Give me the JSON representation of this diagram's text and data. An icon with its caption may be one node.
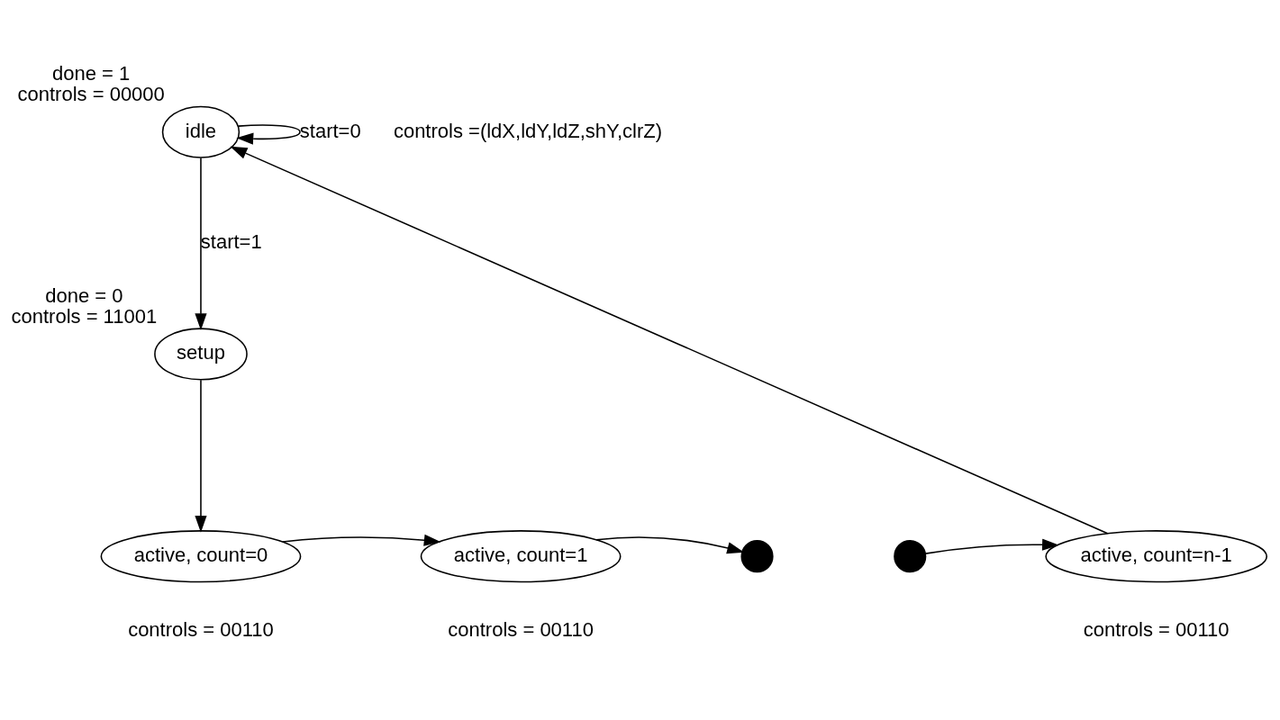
{
  "diagram": {
    "nodes": [
      {
        "text": [
          "idle"
        ],
        "beside": [
          "done = 1",
          "controls = 00000"
        ]
      },
      {
        "text": [
          "setup"
        ],
        "beside": [
          "done = 0",
          "controls = 11001"
        ]
      },
      {
        "text": [
          "active, count=0"
        ],
        "beside": [
          "controls = 00110"
        ]
      },
      {
        "text": [
          "active, count=1"
        ],
        "beside": [
          "controls = 00110"
        ]
      },
      {
        "text": [],
        "shape": "circle"
      },
      {
        "text": [],
        "shape": "circle"
      },
      {
        "text": [
          "active, count=n-1"
        ],
        "beside": [
          "controls = 00110"
        ]
      }
    ],
    "edges": [
      {
        "from": 0,
        "to": 0,
        "arrow": "to",
        "label": "start=0"
      },
      {
        "from": 0,
        "to": 1,
        "arrow": "to",
        "label": "start=1"
      },
      {
        "from": 1,
        "to": 2,
        "arrow": "to"
      },
      {
        "from": 2,
        "to": 3,
        "arrow": "to"
      },
      {
        "from": 3,
        "to": 4,
        "arrow": "to"
      },
      {
        "from": 5,
        "to": 6,
        "arrow": "to"
      },
      {
        "from": 6,
        "to": 0,
        "arrow": "to"
      }
    ],
    "labels": [
      "controls =(ldX,ldY,ldZ,shY,clrZ)"
    ]
  }
}
